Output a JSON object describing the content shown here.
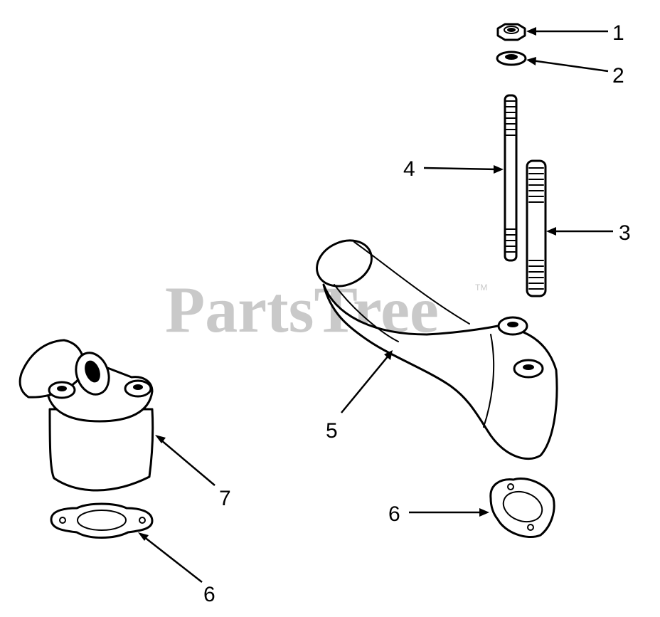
{
  "watermark": {
    "text": "PartsTree",
    "trademark": "TM"
  },
  "callouts": [
    {
      "id": "c1",
      "label": "1"
    },
    {
      "id": "c2",
      "label": "2"
    },
    {
      "id": "c3",
      "label": "3"
    },
    {
      "id": "c4",
      "label": "4"
    },
    {
      "id": "c5",
      "label": "5"
    },
    {
      "id": "c6a",
      "label": "6"
    },
    {
      "id": "c6b",
      "label": "6"
    },
    {
      "id": "c7",
      "label": "7"
    }
  ],
  "colors": {
    "line": "#000000",
    "background": "#ffffff",
    "watermark": "#c9c9c9"
  }
}
